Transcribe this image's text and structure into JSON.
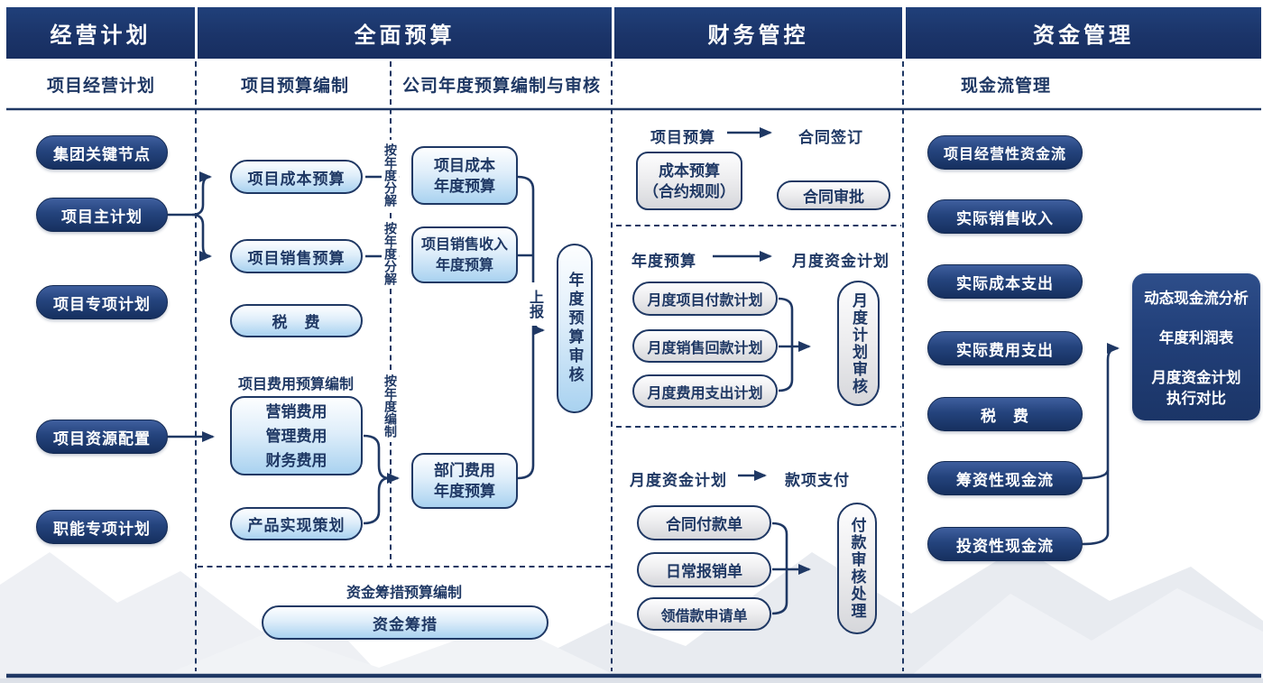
{
  "headers": [
    "经营计划",
    "全面预算",
    "财务管控",
    "资金管理"
  ],
  "subheaders": {
    "col1": "项目经营计划",
    "col2a": "项目预算编制",
    "col2b": "公司年度预算编制与审核",
    "col4": "现金流管理"
  },
  "colors": {
    "navy": "#1f3864",
    "header_bg": "#1b3469",
    "light_blue": "#a9d2f0",
    "gray_fill": "#d6d7db",
    "mountain": "#e9ecf1"
  },
  "business_plan": {
    "pills": [
      "集团关键节点",
      "项目主计划",
      "项目专项计划",
      "项目资源配置",
      "职能专项计划"
    ]
  },
  "budget": {
    "cost_pill": "项目成本预算",
    "sales_pill": "项目销售预算",
    "tax_pill": "税　费",
    "fee_section_label": "项目费用预算编制",
    "fee_box": [
      "营销费用",
      "管理费用",
      "财务费用"
    ],
    "product_pill": "产品实现策划",
    "annual_decompose_1": "按年度分解",
    "annual_decompose_2": "按年度分解",
    "annual_compile": "按年度编制",
    "annual_cost_box": [
      "项目成本",
      "年度预算"
    ],
    "annual_sales_box": [
      "项目销售收入",
      "年度预算"
    ],
    "annual_dept_box": [
      "部门费用",
      "年度预算"
    ],
    "report_label": "上报",
    "review_capsule": "年度预算审核",
    "funding_section_label": "资金筹措预算编制",
    "funding_pill": "资金筹措"
  },
  "finance": {
    "sec1_from": "项目预算",
    "sec1_to": "合同签订",
    "sec1_box": [
      "成本预算",
      "（合约规则）"
    ],
    "sec1_pill": "合同审批",
    "sec2_from": "年度预算",
    "sec2_to": "月度资金计划",
    "sec2_pills": [
      "月度项目付款计划",
      "月度销售回款计划",
      "月度费用支出计划"
    ],
    "sec2_capsule": "月度计划审核",
    "sec3_from": "月度资金计划",
    "sec3_to": "款项支付",
    "sec3_pills": [
      "合同付款单",
      "日常报销单",
      "领借款申请单"
    ],
    "sec3_capsule": "付款审核处理"
  },
  "capital": {
    "pills": [
      "项目经营性资金流",
      "实际销售收入",
      "实际成本支出",
      "实际费用支出",
      "税　费",
      "筹资性现金流",
      "投资性现金流"
    ],
    "analysis_box": [
      "动态现金流分析",
      "年度利润表",
      "月度资金计划",
      "执行对比"
    ]
  }
}
